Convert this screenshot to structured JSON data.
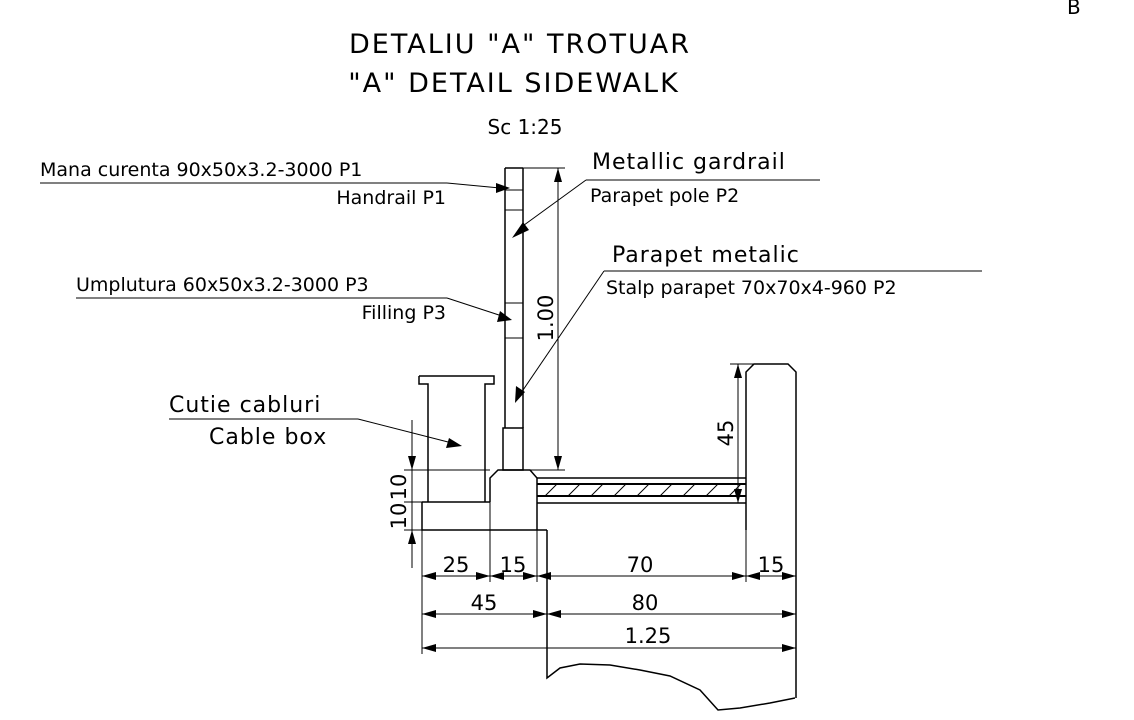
{
  "corner_mark": "B",
  "title": {
    "line1": "DETALIU \"A\" TROTUAR",
    "line2": "\"A\" DETAIL SIDEWALK",
    "scale": "Sc 1:25"
  },
  "labels": {
    "handrail_ro": "Mana curenta 90x50x3.2-3000 P1",
    "handrail_en": "Handrail P1",
    "gardrail_en": "Metallic gardrail",
    "pole_en": "Parapet pole P2",
    "filling_ro": "Umplutura 60x50x3.2-3000 P3",
    "filling_en": "Filling P3",
    "parapet_ro": "Parapet metalic",
    "pole_ro": "Stalp parapet 70x70x4-960 P2",
    "cablebox_ro": "Cutie cabluri",
    "cablebox_en": "Cable box"
  },
  "dimensions": {
    "height_rail": "1.00",
    "height_curb": "45",
    "vert_10a": "10",
    "vert_10b": "10",
    "d25": "25",
    "d15a": "15",
    "d70": "70",
    "d15b": "15",
    "d45": "45",
    "d80": "80",
    "d125": "1.25"
  }
}
